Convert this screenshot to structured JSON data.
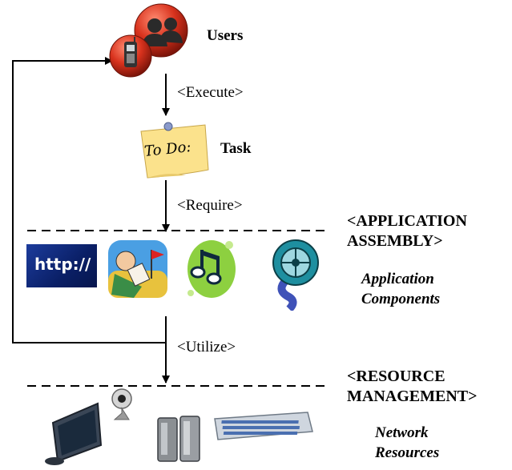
{
  "nodes": {
    "users": "Users",
    "task": "Task",
    "todo_note": "To Do:"
  },
  "edges": {
    "execute": "<Execute>",
    "require": "<Require>",
    "utilize": "<Utilize>"
  },
  "sections": {
    "application_line1": "<APPLICATION",
    "application_line2": "ASSEMBLY>",
    "resource_line1": "<RESOURCE",
    "resource_line2": "MANAGEMENT>"
  },
  "layers": {
    "app_line1": "Application",
    "app_line2": "Components",
    "net_line1": "Network",
    "net_line2": "Resources"
  },
  "icons": {
    "http_text": "http://",
    "users": "users-group-icon",
    "phone": "mobile-phone-icon",
    "task": "sticky-note-icon",
    "app": [
      "http-icon",
      "delivery-man-icon",
      "music-notes-icon",
      "film-reel-icon"
    ],
    "net": [
      "monitor-icon",
      "webcam-icon",
      "speakers-icon",
      "keyboard-icon"
    ]
  }
}
